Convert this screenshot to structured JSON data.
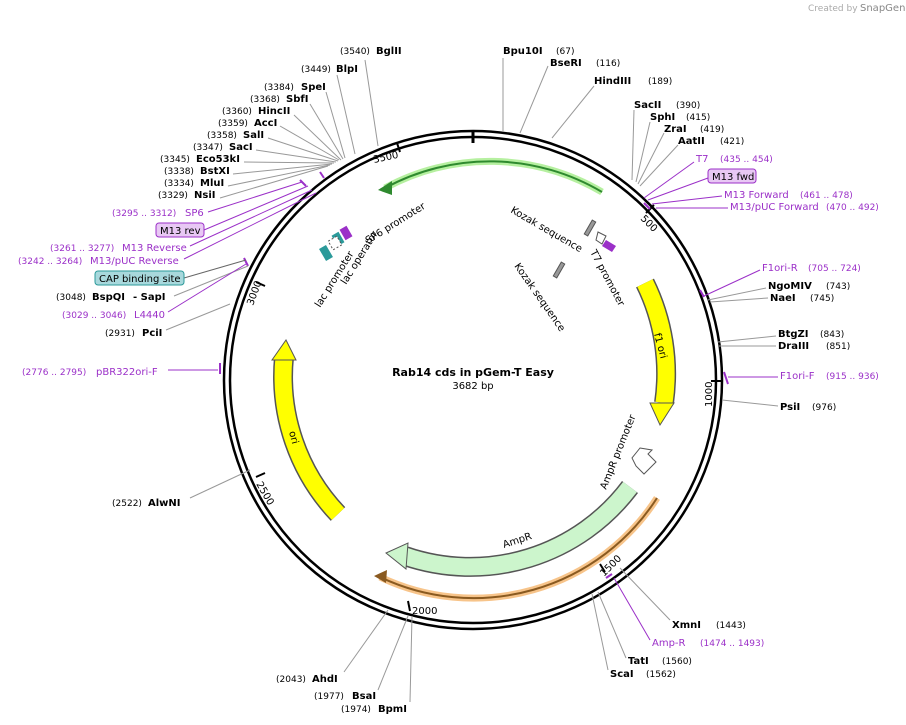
{
  "title": "Rab14 cds in pGem-T Easy",
  "subtitle": "3682 bp",
  "watermark": "Created by",
  "brand": "SnapGene",
  "colors": {
    "primer": "#9b30c8",
    "ori": "#ffff00",
    "ampr": "#ccf5cc",
    "promoter": "#ffffff",
    "lac": "#2b9a9a",
    "orange": "#f0a030"
  },
  "ticks": [
    {
      "label": "500"
    },
    {
      "label": "1000"
    },
    {
      "label": "1500"
    },
    {
      "label": "2000"
    },
    {
      "label": "2500"
    },
    {
      "label": "3000"
    },
    {
      "label": "3500"
    }
  ],
  "features": {
    "f1ori": "f1 ori",
    "ampr": "AmpR",
    "ampr_promoter": "AmpR promoter",
    "ori": "ori",
    "kozak1": "Kozak sequence",
    "kozak2": "Kozak sequence",
    "t7_promoter": "T7 promoter",
    "sp6_promoter": "SP6 promoter",
    "lac_promoter": "lac promoter",
    "lac_operator": "lac operator"
  },
  "right_labels": [
    {
      "name": "Bpu10I",
      "pos": "(67)"
    },
    {
      "name": "BseRI",
      "pos": "(116)"
    },
    {
      "name": "HindIII",
      "pos": "(189)"
    },
    {
      "name": "SacII",
      "pos": "(390)"
    },
    {
      "name": "SphI",
      "pos": "(415)"
    },
    {
      "name": "ZraI",
      "pos": "(419)"
    },
    {
      "name": "AatII",
      "pos": "(421)"
    },
    {
      "name": "T7",
      "pos": "(435 .. 454)"
    },
    {
      "name": "M13 fwd",
      "pos": ""
    },
    {
      "name": "M13 Forward",
      "pos": "(461 .. 478)"
    },
    {
      "name": "M13/pUC Forward",
      "pos": "(470 .. 492)"
    },
    {
      "name": "F1ori-R",
      "pos": "(705 .. 724)"
    },
    {
      "name": "NgoMIV",
      "pos": "(743)"
    },
    {
      "name": "NaeI",
      "pos": "(745)"
    },
    {
      "name": "BtgZI",
      "pos": "(843)"
    },
    {
      "name": "DraIII",
      "pos": "(851)"
    },
    {
      "name": "F1ori-F",
      "pos": "(915 .. 936)"
    },
    {
      "name": "PsiI",
      "pos": "(976)"
    },
    {
      "name": "XmnI",
      "pos": "(1443)"
    },
    {
      "name": "Amp-R",
      "pos": "(1474 .. 1493)"
    },
    {
      "name": "TatI",
      "pos": "(1560)"
    },
    {
      "name": "ScaI",
      "pos": "(1562)"
    }
  ],
  "left_labels": [
    {
      "name": "BglII",
      "pos": "(3540)"
    },
    {
      "name": "BlpI",
      "pos": "(3449)"
    },
    {
      "name": "SpeI",
      "pos": "(3384)"
    },
    {
      "name": "SbfI",
      "pos": "(3368)"
    },
    {
      "name": "HincII",
      "pos": "(3360)"
    },
    {
      "name": "AccI",
      "pos": "(3359)"
    },
    {
      "name": "SalI",
      "pos": "(3358)"
    },
    {
      "name": "SacI",
      "pos": "(3347)"
    },
    {
      "name": "Eco53kI",
      "pos": "(3345)"
    },
    {
      "name": "BstXI",
      "pos": "(3338)"
    },
    {
      "name": "MluI",
      "pos": "(3334)"
    },
    {
      "name": "NsiI",
      "pos": "(3329)"
    },
    {
      "name": "SP6",
      "pos": "(3295 .. 3312)"
    },
    {
      "name": "M13 rev",
      "pos": ""
    },
    {
      "name": "M13 Reverse",
      "pos": "(3261 .. 3277)"
    },
    {
      "name": "M13/pUC Reverse",
      "pos": "(3242 .. 3264)"
    },
    {
      "name": "CAP binding site",
      "pos": ""
    },
    {
      "name": "BspQI",
      "pos": "(3048)"
    },
    {
      "name": "- SapI",
      "pos": ""
    },
    {
      "name": "L4440",
      "pos": "(3029 .. 3046)"
    },
    {
      "name": "PciI",
      "pos": "(2931)"
    },
    {
      "name": "pBR322ori-F",
      "pos": "(2776 .. 2795)"
    },
    {
      "name": "AlwNI",
      "pos": "(2522)"
    },
    {
      "name": "AhdI",
      "pos": "(2043)"
    },
    {
      "name": "BsaI",
      "pos": "(1977)"
    },
    {
      "name": "BpmI",
      "pos": "(1974)"
    }
  ]
}
